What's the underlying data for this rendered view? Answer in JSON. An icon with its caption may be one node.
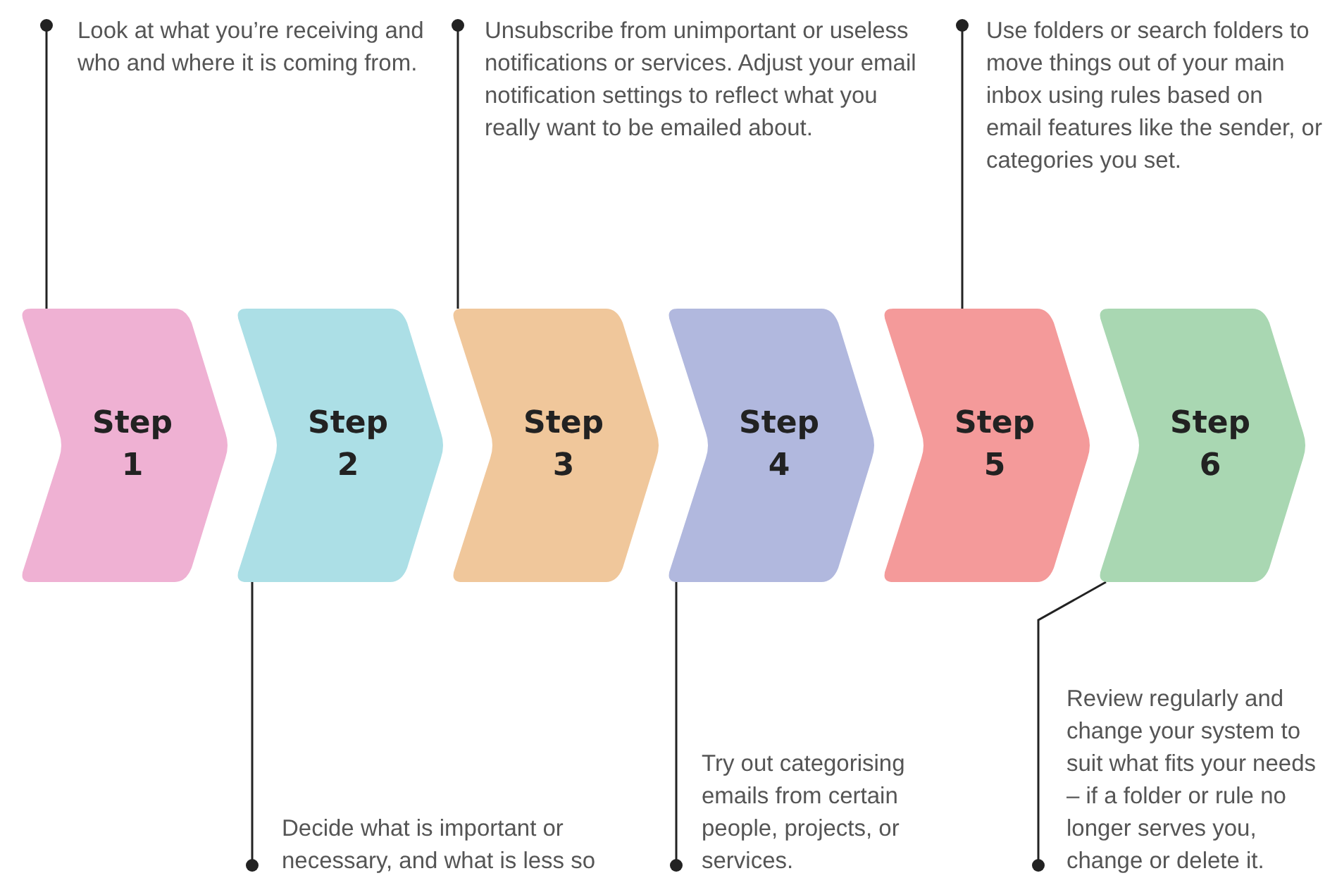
{
  "diagram": {
    "nodes": [
      {
        "text": [
          "Step 1"
        ]
      },
      {
        "text": [
          "Step 2"
        ]
      },
      {
        "text": [
          "Step 3"
        ]
      },
      {
        "text": [
          "Step 4"
        ]
      },
      {
        "text": [
          "Step 5"
        ]
      },
      {
        "text": [
          "Step 6"
        ]
      },
      {
        "text": [
          "Look at what you’re receiving and who and where it is coming from."
        ]
      },
      {
        "text": [
          "Decide what is important or necessary, and what is less so"
        ]
      },
      {
        "text": [
          "Unsubscribe from unimportant or useless notifications or services. Adjust your email notification settings to reflect what you really want to be emailed about."
        ]
      },
      {
        "text": [
          "Try out categorising emails from certain people, projects, or services."
        ]
      },
      {
        "text": [
          "Use folders or search folders to move things out of your main inbox using rules based on email features like the sender, or categories you set."
        ]
      },
      {
        "text": [
          "Review regularly and change your system to suit what fits your needs – if a folder or rule no longer serves you, change or delete it."
        ]
      }
    ],
    "edges": [
      {
        "from": 6,
        "to": 0,
        "arrow": "other"
      },
      {
        "from": 7,
        "to": 1,
        "arrow": "other"
      },
      {
        "from": 8,
        "to": 2,
        "arrow": "other"
      },
      {
        "from": 9,
        "to": 3,
        "arrow": "other"
      },
      {
        "from": 10,
        "to": 4,
        "arrow": "other"
      },
      {
        "from": 11,
        "to": 5,
        "arrow": "other"
      }
    ]
  }
}
